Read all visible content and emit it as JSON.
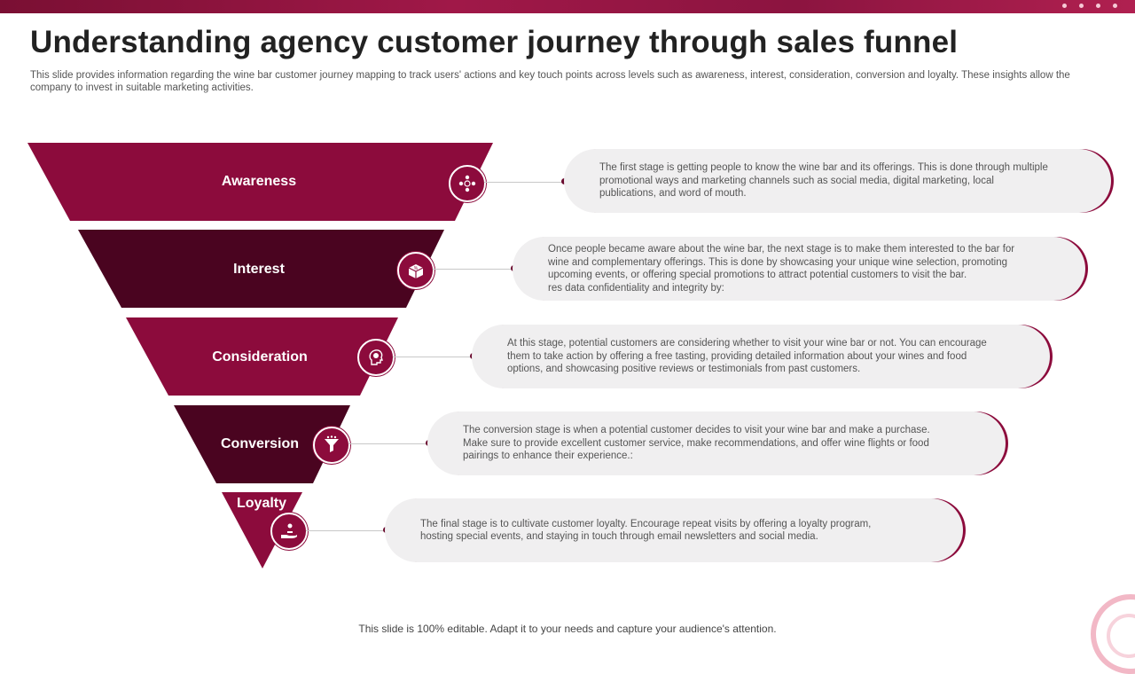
{
  "title": "Understanding agency customer journey through sales funnel",
  "subtitle": "This slide provides information regarding the wine bar customer journey mapping to track users' actions and key touch points across levels such as awareness, interest, consideration, conversion and loyalty. These insights allow the company to invest in suitable marketing activities.",
  "colors": {
    "primary": "#8c0b3c",
    "dark": "#4a0420",
    "box_bg": "#f0eff0"
  },
  "stages": [
    {
      "label": "Awareness",
      "icon": "people-network-icon",
      "description": "The first stage is getting people to know the wine bar and its offerings. This is done through multiple promotional ways and marketing channels such as social media, digital marketing, local publications, and word of mouth."
    },
    {
      "label": "Interest",
      "icon": "discount-box-icon",
      "description": "Once people became aware about the wine bar, the next stage is to make them interested to the bar for wine and complementary offerings. This is done by showcasing your unique wine selection, promoting upcoming events, or offering special promotions to attract potential customers to visit the bar.\nres data confidentiality and integrity by:"
    },
    {
      "label": "Consideration",
      "icon": "head-lightbulb-icon",
      "description": "At this stage, potential customers are considering whether to visit your wine bar or not. You can encourage them to take action by offering a free tasting, providing detailed information about your wines and food options, and showcasing positive reviews or testimonials from past customers."
    },
    {
      "label": "Conversion",
      "icon": "conversion-funnel-icon",
      "description": "The conversion stage is when a potential customer decides to visit your wine bar and make a purchase. Make sure to provide excellent customer service, make recommendations, and offer wine flights or food pairings to enhance their experience.:"
    },
    {
      "label": "Loyalty",
      "icon": "hand-person-icon",
      "description": "The final stage is to cultivate customer loyalty. Encourage repeat visits by offering a loyalty program, hosting special events, and staying in touch through email newsletters and social media."
    }
  ],
  "footer": "This slide is 100% editable. Adapt it to your needs and capture your audience's attention."
}
